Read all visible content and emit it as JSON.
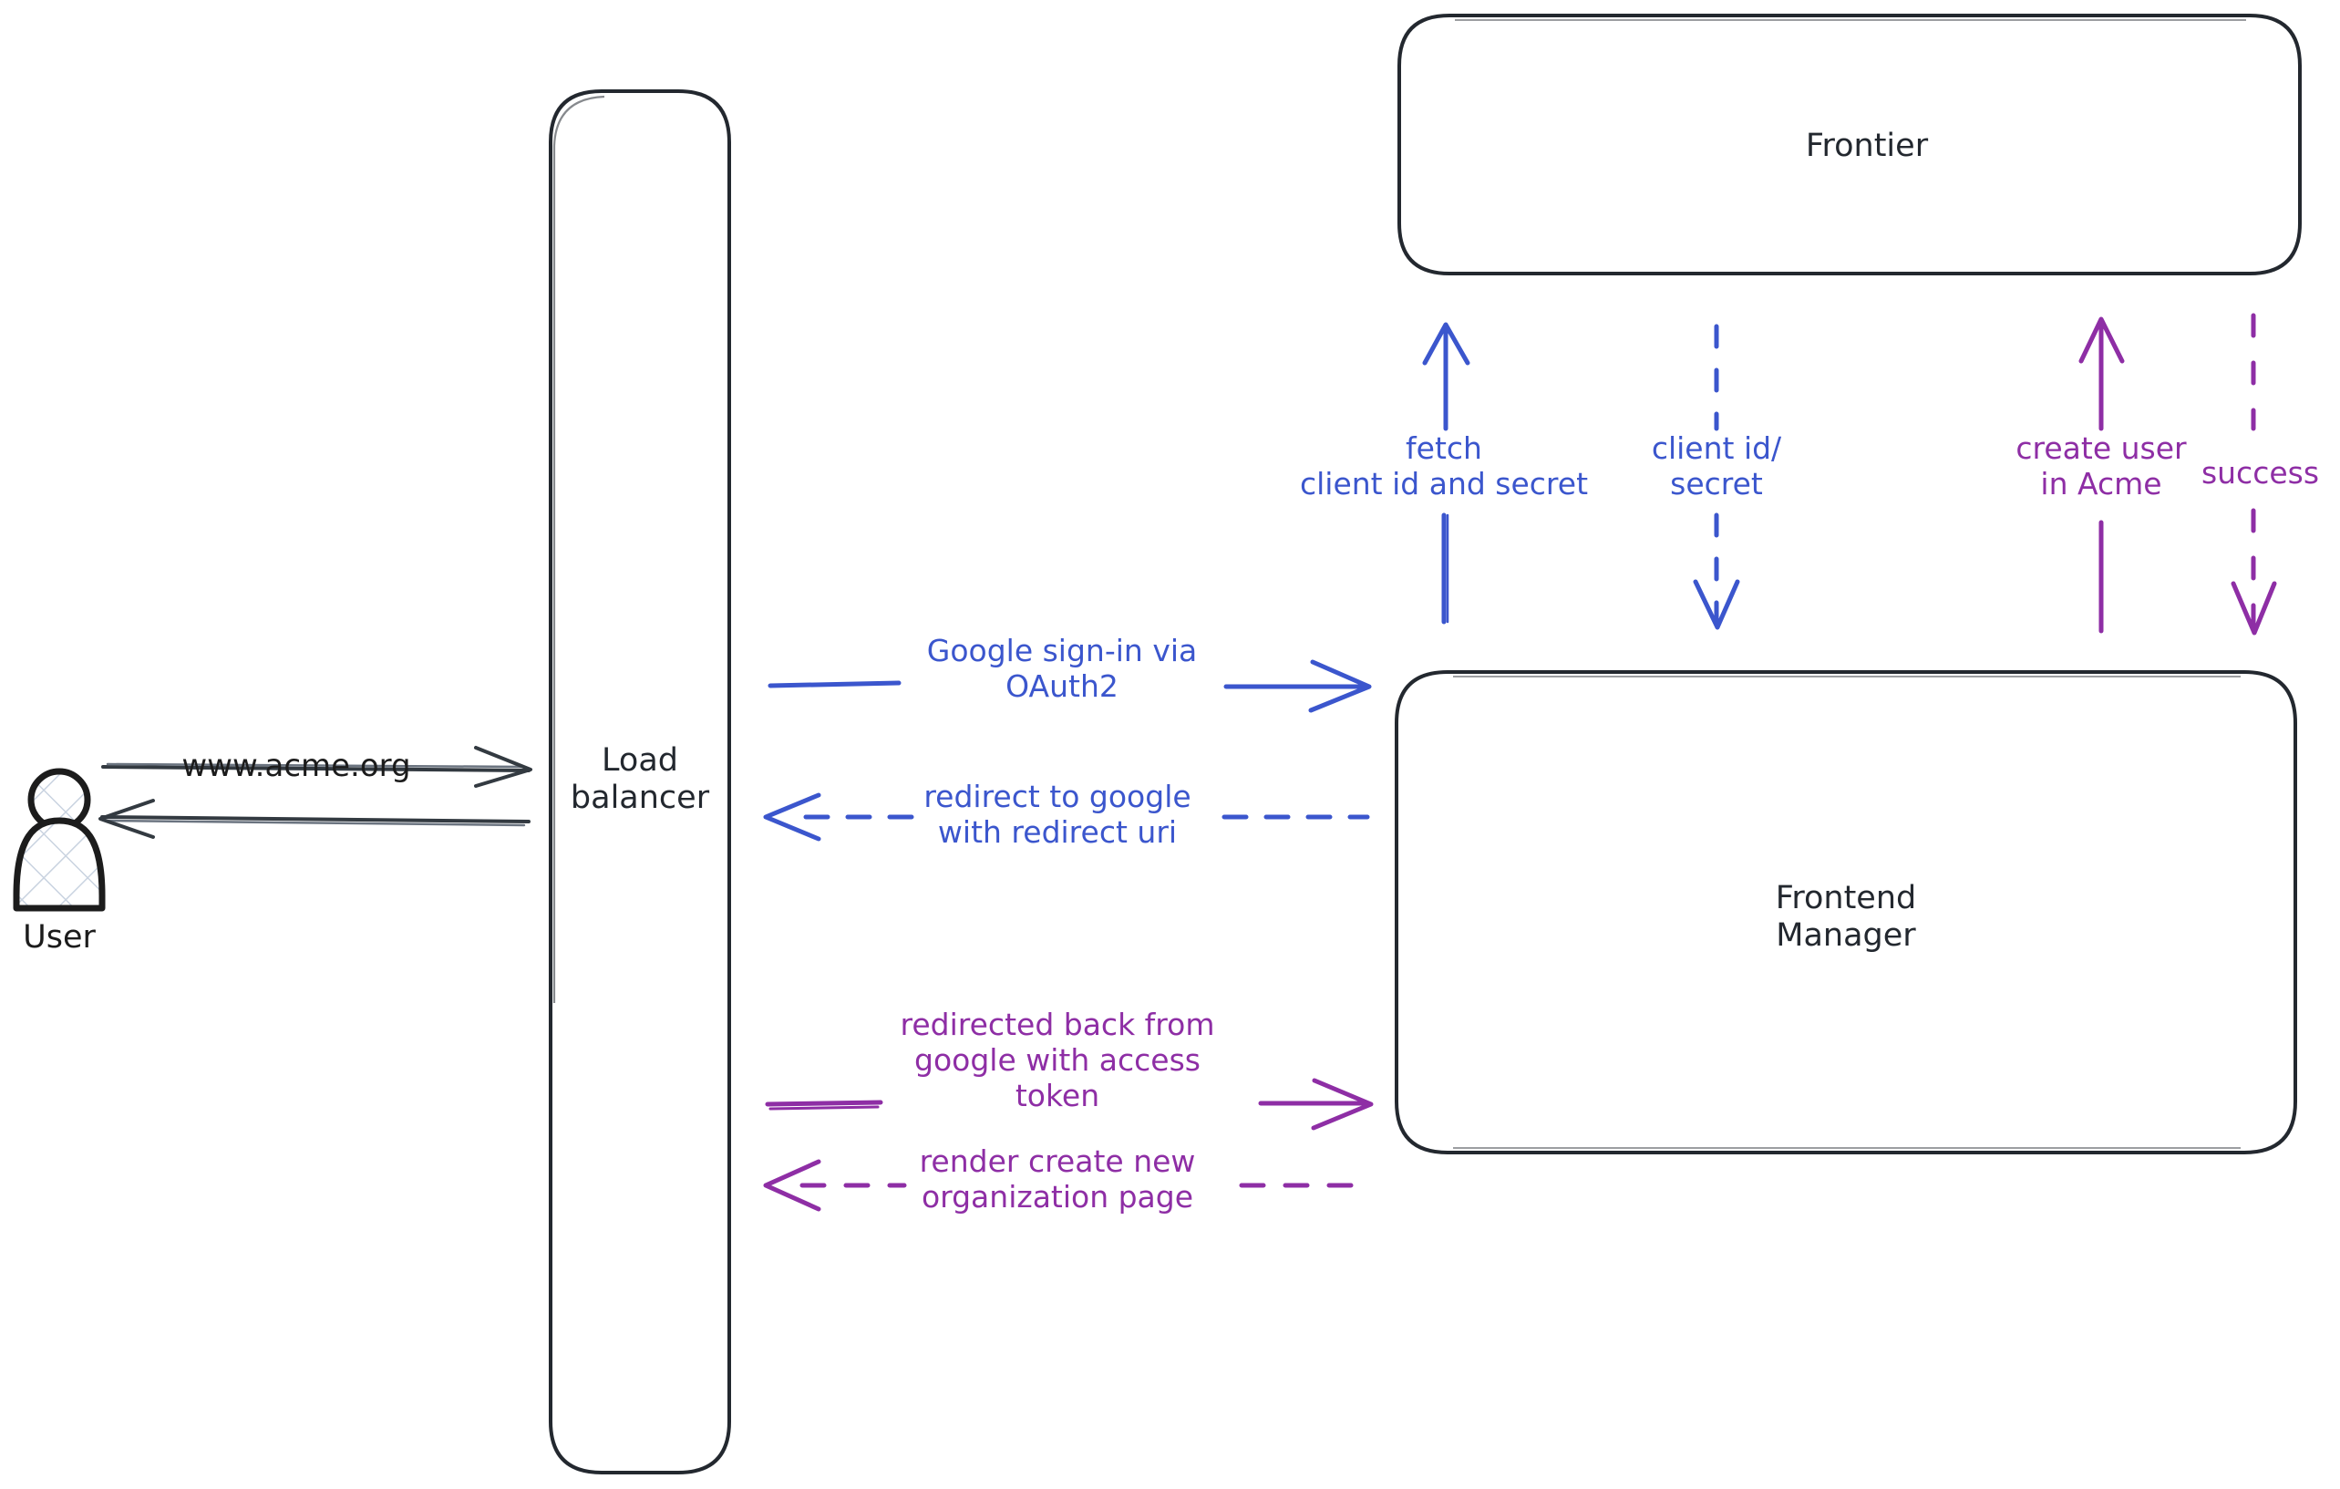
{
  "diagram": {
    "title": "Google sign-in OAuth2 flow",
    "background": "#ffffff",
    "colors": {
      "stroke_dark": "#23282f",
      "blue": "#3b56cd",
      "purple": "#8e2ea5",
      "actor_fill_hatch": "#c9d3e0"
    },
    "actors": [
      {
        "id": "user",
        "label": "User",
        "shape": "person-hatched"
      }
    ],
    "nodes": [
      {
        "id": "load-balancer",
        "label": "Load\nbalancer",
        "shape": "rounded-rect"
      },
      {
        "id": "frontier",
        "label": "Frontier",
        "shape": "rounded-rect"
      },
      {
        "id": "frontend-manager",
        "label": "Frontend\nManager",
        "shape": "rounded-rect"
      }
    ],
    "edges": [
      {
        "id": "user-to-lb",
        "label": "www.acme.org",
        "from": "user",
        "to": "load-balancer",
        "color": "#23282f",
        "style": "solid",
        "direction": "right"
      },
      {
        "id": "lb-to-user",
        "label": "",
        "from": "load-balancer",
        "to": "user",
        "color": "#23282f",
        "style": "solid",
        "direction": "left"
      },
      {
        "id": "lb-to-fm-signin",
        "label": "Google sign-in via\nOAuth2",
        "from": "load-balancer",
        "to": "frontend-manager",
        "color": "#3b56cd",
        "style": "solid",
        "direction": "right"
      },
      {
        "id": "fm-to-lb-redirect",
        "label": "redirect to google\nwith redirect uri",
        "from": "frontend-manager",
        "to": "load-balancer",
        "color": "#3b56cd",
        "style": "dashed",
        "direction": "left"
      },
      {
        "id": "lb-to-fm-callback",
        "label": "redirected back from\ngoogle with access\ntoken",
        "from": "load-balancer",
        "to": "frontend-manager",
        "color": "#8e2ea5",
        "style": "solid",
        "direction": "right"
      },
      {
        "id": "fm-to-lb-render",
        "label": "render create new\norganization page",
        "from": "frontend-manager",
        "to": "load-balancer",
        "color": "#8e2ea5",
        "style": "dashed",
        "direction": "left"
      },
      {
        "id": "fm-to-frontier-fetch",
        "label": "fetch\nclient id and secret",
        "from": "frontend-manager",
        "to": "frontier",
        "color": "#3b56cd",
        "style": "solid",
        "direction": "up"
      },
      {
        "id": "frontier-to-fm-creds",
        "label": "client id/\nsecret",
        "from": "frontier",
        "to": "frontend-manager",
        "color": "#3b56cd",
        "style": "dashed",
        "direction": "down"
      },
      {
        "id": "fm-to-frontier-create",
        "label": "create user\nin Acme",
        "from": "frontend-manager",
        "to": "frontier",
        "color": "#8e2ea5",
        "style": "solid",
        "direction": "up"
      },
      {
        "id": "frontier-to-fm-success",
        "label": "success",
        "from": "frontier",
        "to": "frontend-manager",
        "color": "#8e2ea5",
        "style": "dashed",
        "direction": "down"
      }
    ]
  }
}
